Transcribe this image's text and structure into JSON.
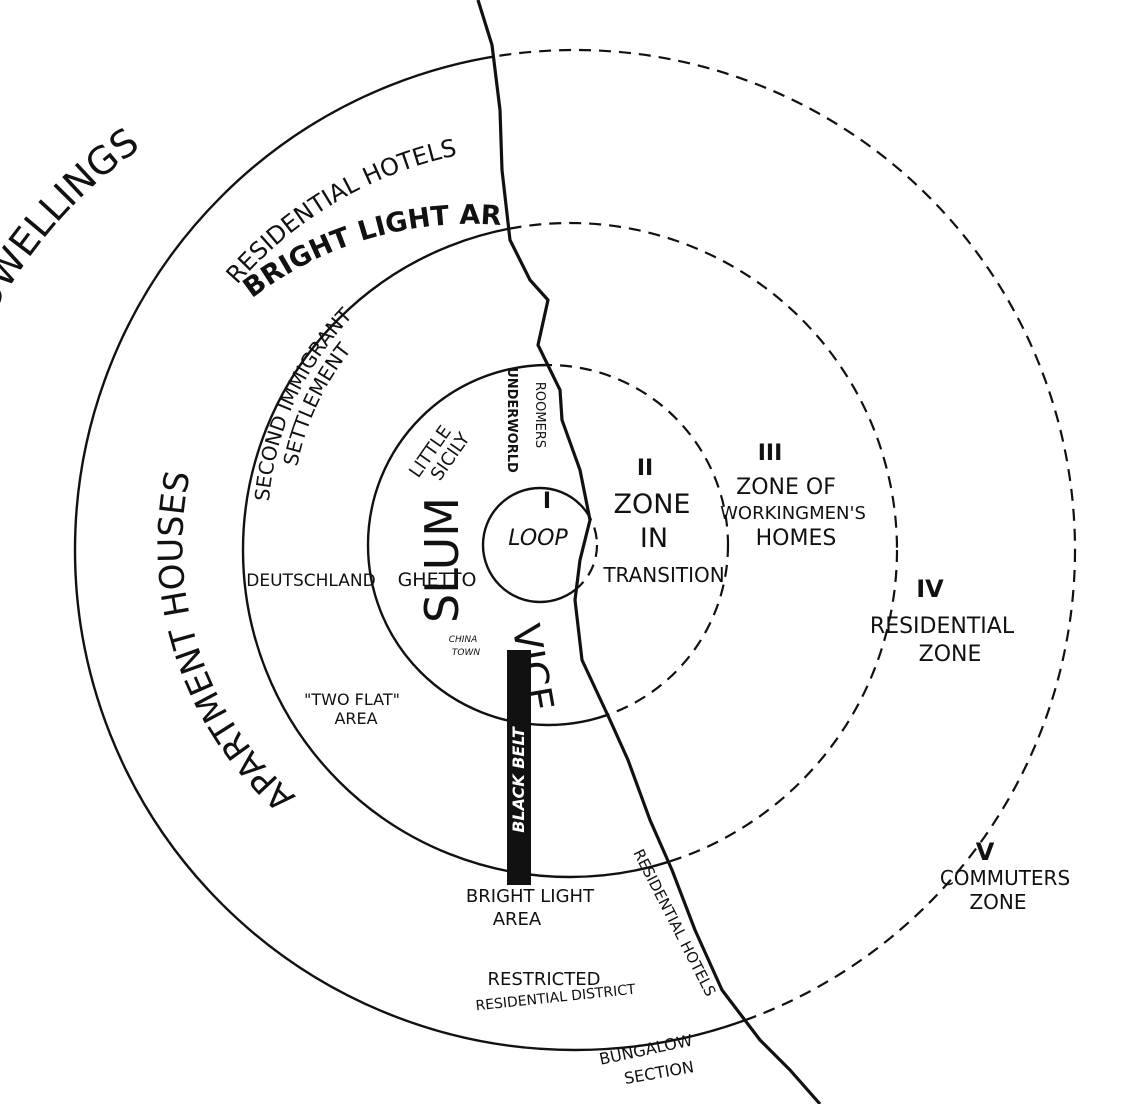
{
  "zones": {
    "one": {
      "numeral": "I",
      "name": "LOOP"
    },
    "two": {
      "numeral": "II",
      "name_line1": "ZONE",
      "name_line2": "IN",
      "name_line3": "TRANSITION"
    },
    "three": {
      "numeral": "III",
      "name_line1": "ZONE OF",
      "name_line2": "WORKINGMEN'S",
      "name_line3": "HOMES"
    },
    "four": {
      "numeral": "IV",
      "name_line1": "RESIDENTIAL",
      "name_line2": "ZONE"
    },
    "five": {
      "numeral": "V",
      "name_line1": "COMMUTERS",
      "name_line2": "ZONE"
    }
  },
  "arc_labels": {
    "single_family": "SINGLE FAMILY DWELLINGS",
    "residential_hotels": "RESIDENTIAL HOTELS",
    "bright_light_area": "BRIGHT LIGHT AREA",
    "apartment_houses": "APARTMENT HOUSES",
    "second_immigrant_1": "SECOND IMMIGRANT",
    "second_immigrant_2": "SETTLEMENT"
  },
  "district_labels": {
    "little_sicily_1": "LITTLE",
    "little_sicily_2": "SICILY",
    "underworld": "UNDERWORLD",
    "roomers": "ROOMERS",
    "slum": "SLUM",
    "vice": "VICE",
    "deutschland": "DEUTSCHLAND",
    "ghetto": "GHETTO",
    "china_town_1": "CHINA",
    "china_town_2": "TOWN",
    "two_flat_1": "\"TWO FLAT\"",
    "two_flat_2": "AREA",
    "black_belt": "BLACK BELT",
    "bright_light_south_1": "BRIGHT LIGHT",
    "bright_light_south_2": "AREA",
    "residential_hotels_south": "RESIDENTIAL HOTELS",
    "restricted_1": "RESTRICTED",
    "restricted_2": "RESIDENTIAL DISTRICT",
    "bungalow_1": "BUNGALOW",
    "bungalow_2": "SECTION"
  },
  "colors": {
    "ink": "#111111",
    "paper": "#ffffff"
  }
}
